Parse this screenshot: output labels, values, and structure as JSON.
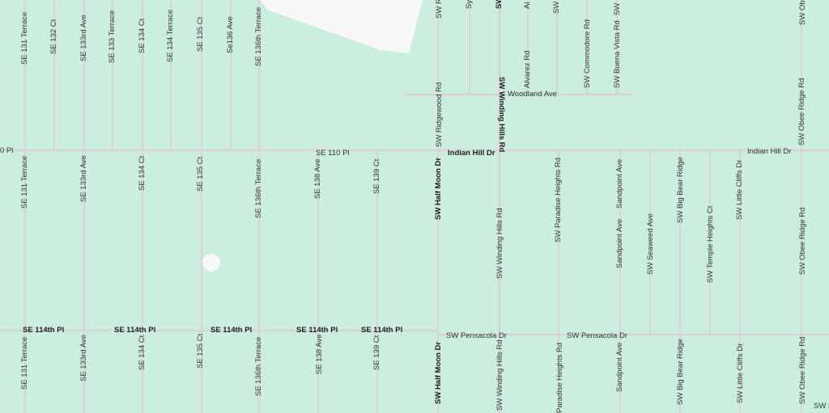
{
  "map": {
    "colors": {
      "land": "#cbeedf",
      "road": "#d9d3d8",
      "unmapped": "#f7f8f7",
      "label": "#2f3a36"
    },
    "top_labels": [
      "SE 131 Terrace",
      "SE 132 Ct",
      "SE 133rd Ave",
      "SE 133 Terrace",
      "SE 134 Ct",
      "SE 134 Terrace",
      "SE 135 Ct",
      "Se136 Ave",
      "SE 136th Terrace",
      "SW R",
      "Sy",
      "SW",
      "Al",
      "SW",
      "SW",
      "SW Ob",
      "SW Ridgewood Rd",
      "SW Winding Hills Rd",
      "Alvarez Rd",
      "SW Commodore Rd",
      "SW Buena Vista Rd",
      "SW Obee Ridge Rd"
    ],
    "horizontal_labels": [
      "0 Pl",
      "SE 110 Pl",
      "Indian Hill Dr",
      "Indian Hill Dr",
      "Woodland Ave"
    ],
    "middle_labels": [
      "SE 131 Terrace",
      "SE 133rd Ave",
      "SE 134 Ct",
      "SE 135 Ct",
      "SE 136th Terrace",
      "SE 138 Ave",
      "SE 139 Ct",
      "SW Half Moon Dr",
      "SW Winding Hills Rd",
      "SW Paradise Heights Rd",
      "Sandpoint Ave",
      "Sandpoint Ave",
      "SW Seaweed Ave",
      "SW Big Bear Ridge",
      "SW Temple Heights Ct",
      "SW Little Cliffs Dr",
      "SW Obee Ridge Rd"
    ],
    "lower_horizontal_labels": [
      "SE 114th Pl",
      "SE 114th Pl",
      "SE 114th Pl",
      "SE 114th Pl",
      "SE 114th Pl",
      "SW Pensacola Dr",
      "SW Pensacola Dr",
      "SW P"
    ],
    "bottom_labels": [
      "SE 131 Terrace",
      "SE 133rd Ave",
      "SE 134 Ct",
      "SE 135 Ct",
      "SE 136th Terrace",
      "SE 138 Ave",
      "SE 139 Ct",
      "SW Half Moon Dr",
      "SW Winding Hills Rd",
      "Paradise Heights Rd",
      "Sandpoint Ave",
      "SW Big Bear Ridge",
      "SW Little Cliffs Dr",
      "SW Obee Ridge Rd"
    ]
  }
}
